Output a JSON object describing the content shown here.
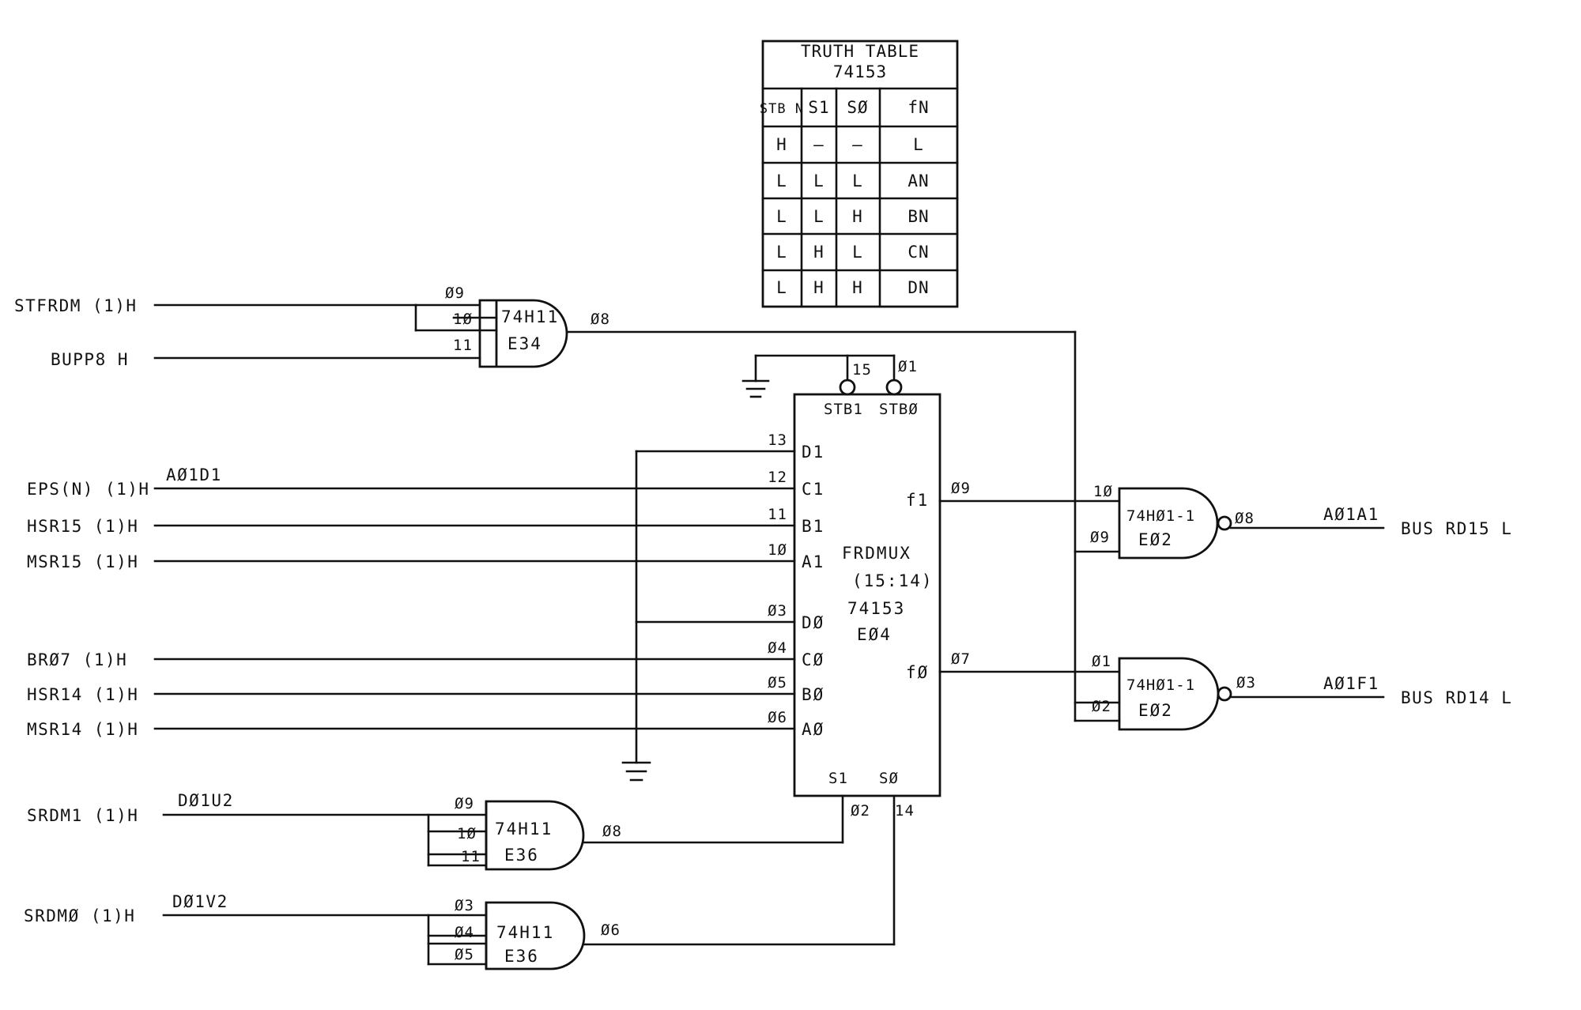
{
  "truth_table": {
    "title_line1": "TRUTH TABLE",
    "title_line2": "74153",
    "headers": [
      "STB N",
      "S1",
      "SØ",
      "fN"
    ],
    "rows": [
      [
        "H",
        "—",
        "—",
        "L"
      ],
      [
        "L",
        "L",
        "L",
        "AN"
      ],
      [
        "L",
        "L",
        "H",
        "BN"
      ],
      [
        "L",
        "H",
        "L",
        "CN"
      ],
      [
        "L",
        "H",
        "H",
        "DN"
      ]
    ]
  },
  "gate_e34": {
    "type": "74H11",
    "ref": "E34",
    "pins": {
      "in_a": "Ø9",
      "in_b": "1Ø",
      "in_c": "11",
      "out": "Ø8"
    }
  },
  "gate_e36_top": {
    "type": "74H11",
    "ref": "E36",
    "pins": {
      "in_a": "Ø9",
      "in_b": "1Ø",
      "in_c": "11",
      "out": "Ø8"
    }
  },
  "gate_e36_bottom": {
    "type": "74H11",
    "ref": "E36",
    "pins": {
      "in_a": "Ø3",
      "in_b": "Ø4",
      "in_c": "Ø5",
      "out": "Ø6"
    }
  },
  "nand_top": {
    "type": "74HØ1-1",
    "ref": "EØ2",
    "pins": {
      "in_a": "1Ø",
      "in_b": "Ø9",
      "out": "Ø8"
    }
  },
  "nand_bottom": {
    "type": "74HØ1-1",
    "ref": "EØ2",
    "pins": {
      "in_a": "Ø1",
      "in_b": "Ø2",
      "out": "Ø3"
    }
  },
  "mux": {
    "name": "FRDMUX",
    "range": "(15:14)",
    "type": "74153",
    "ref": "EØ4",
    "strobe_pins": {
      "stb1": "15",
      "stb0": "Ø1"
    },
    "strobe_labels": {
      "stb1": "STB1",
      "stb0": "STBØ"
    },
    "inputs": [
      {
        "name": "D1",
        "pin": "13"
      },
      {
        "name": "C1",
        "pin": "12"
      },
      {
        "name": "B1",
        "pin": "11"
      },
      {
        "name": "A1",
        "pin": "1Ø"
      },
      {
        "name": "DØ",
        "pin": "Ø3"
      },
      {
        "name": "CØ",
        "pin": "Ø4"
      },
      {
        "name": "BØ",
        "pin": "Ø5"
      },
      {
        "name": "AØ",
        "pin": "Ø6"
      }
    ],
    "outputs": [
      {
        "name": "f1",
        "pin": "Ø9"
      },
      {
        "name": "fØ",
        "pin": "Ø7"
      }
    ],
    "selects": [
      {
        "name": "S1",
        "pin": "Ø2"
      },
      {
        "name": "SØ",
        "pin": "14"
      }
    ]
  },
  "signals": {
    "stfrdm": "STFRDM (1)H",
    "bupp8": "BUPP8 H",
    "eps": "EPS(N) (1)H",
    "hsr15": "HSR15 (1)H",
    "msr15": "MSR15 (1)H",
    "br07": "BRØ7 (1)H",
    "hsr14": "HSR14 (1)H",
    "msr14": "MSR14 (1)H",
    "srdm1": "SRDM1 (1)H",
    "srdm0": "SRDMØ (1)H"
  },
  "net_labels": {
    "a01d1": "AØ1D1",
    "d01u2": "DØ1U2",
    "d01v2": "DØ1V2",
    "a01a1": "AØ1A1",
    "a01f1": "AØ1F1"
  },
  "outputs": {
    "bus_rd15": "BUS RD15 L",
    "bus_rd14": "BUS RD14 L"
  }
}
